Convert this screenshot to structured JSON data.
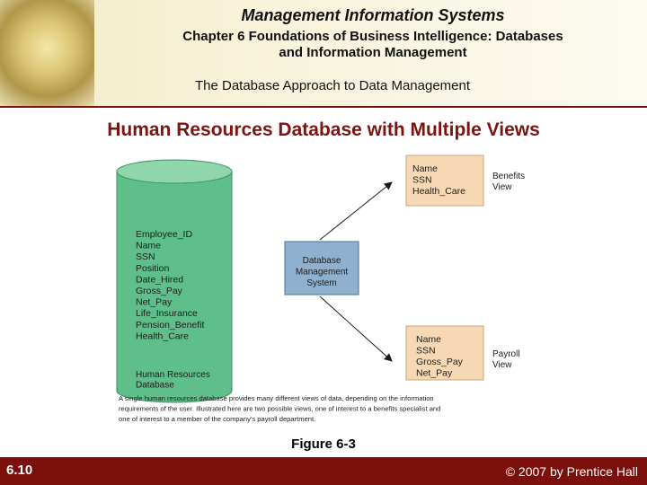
{
  "header": {
    "course_title": "Management Information Systems",
    "chapter_line1": "Chapter 6 Foundations of Business Intelligence: Databases",
    "chapter_line2": "and Information Management",
    "section_title": "The Database Approach to Data Management"
  },
  "slide_title": "Human Resources Database with Multiple Views",
  "diagram": {
    "database_fields": [
      "Employee_ID",
      "Name",
      "SSN",
      "Position",
      "Date_Hired",
      "Gross_Pay",
      "Net_Pay",
      "Life_Insurance",
      "Pension_Benefit",
      "Health_Care"
    ],
    "database_caption": [
      "Human Resources",
      "Database"
    ],
    "dbms_label": [
      "Database",
      "Management",
      "System"
    ],
    "benefits_view": {
      "fields": [
        "Name",
        "SSN",
        "Health_Care"
      ],
      "label": [
        "Benefits",
        "View"
      ]
    },
    "payroll_view": {
      "fields": [
        "Name",
        "SSN",
        "Gross_Pay",
        "Net_Pay"
      ],
      "label": [
        "Payroll",
        "View"
      ]
    },
    "caption": [
      "A single human resources database provides many different views of data, depending on the information",
      "requirements of the user. Illustrated here are two possible views, one of interest to a benefits specialist and",
      "one of interest to a member of the company's payroll department."
    ],
    "colors": {
      "cylinder": "#5fbf8a",
      "view_box": "#f6d9b4",
      "dbms_box": "#8fb0cf"
    }
  },
  "figure_label": "Figure 6-3",
  "footer": {
    "slide_number": "6.10",
    "copyright": "© 2007 by Prentice Hall"
  }
}
